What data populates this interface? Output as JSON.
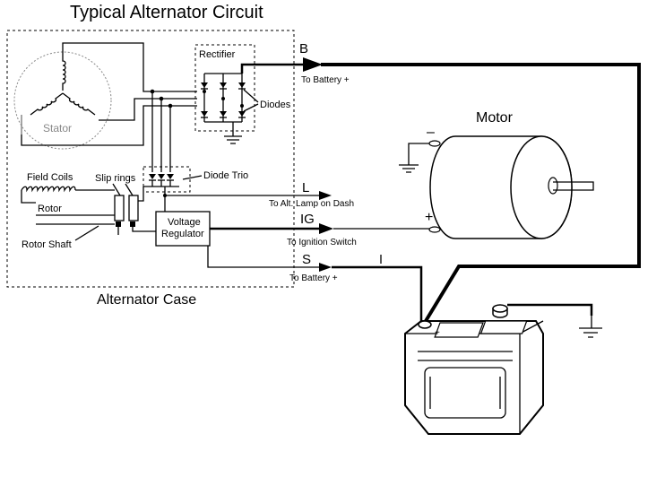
{
  "title": "Typical Alternator Circuit",
  "labels": {
    "stator": "Stator",
    "rectifier": "Rectifier",
    "diodes": "Diodes",
    "diode_trio": "Diode Trio",
    "field_coils": "Field Coils",
    "slip_rings": "Slip rings",
    "rotor": "Rotor",
    "rotor_shaft": "Rotor Shaft",
    "voltage_regulator_line1": "Voltage",
    "voltage_regulator_line2": "Regulator",
    "alternator_case": "Alternator Case",
    "motor": "Motor",
    "motor_minus": "–",
    "motor_plus": "+"
  },
  "terminals": {
    "b": {
      "letter": "B",
      "desc": "To Battery +"
    },
    "l": {
      "letter": "L",
      "desc": "To Alt. Lamp on Dash"
    },
    "ig": {
      "letter": "IG",
      "desc": "To Ignition Switch"
    },
    "s": {
      "letter": "S",
      "desc": "To Battery +"
    }
  },
  "battery": {
    "terminal_mark": "+"
  }
}
